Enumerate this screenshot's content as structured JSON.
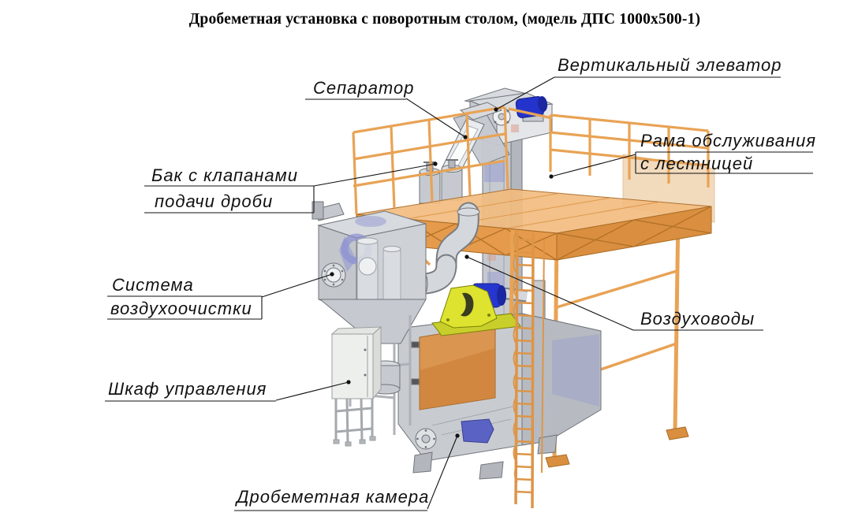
{
  "title": "Дробеметная установка с поворотным столом, (модель ДПС 1000х500-1)",
  "labels": {
    "separator": "Сепаратор",
    "vertical_elevator": "Вертикальный элеватор",
    "service_frame_line1": "Рама обслуживания",
    "service_frame_line2": "с лестницей",
    "shot_tank_line1": "Бак с клапанами",
    "shot_tank_line2": "подачи дроби",
    "air_system_line1": "Система",
    "air_system_line2": "воздухоочистки",
    "air_ducts": "Воздуховоды",
    "control_cabinet": "Шкаф управления",
    "blast_chamber": "Дробеметная камера"
  },
  "colors": {
    "frame_orange": "#e8a355",
    "machine_gray": "#c6cad0",
    "motor_blue": "#2433cc",
    "drive_mount_yellow": "#dde32e",
    "door_orange": "#dd8e3f",
    "fan_purple": "#8b90d2",
    "label_black": "#111111",
    "background": "#ffffff"
  }
}
